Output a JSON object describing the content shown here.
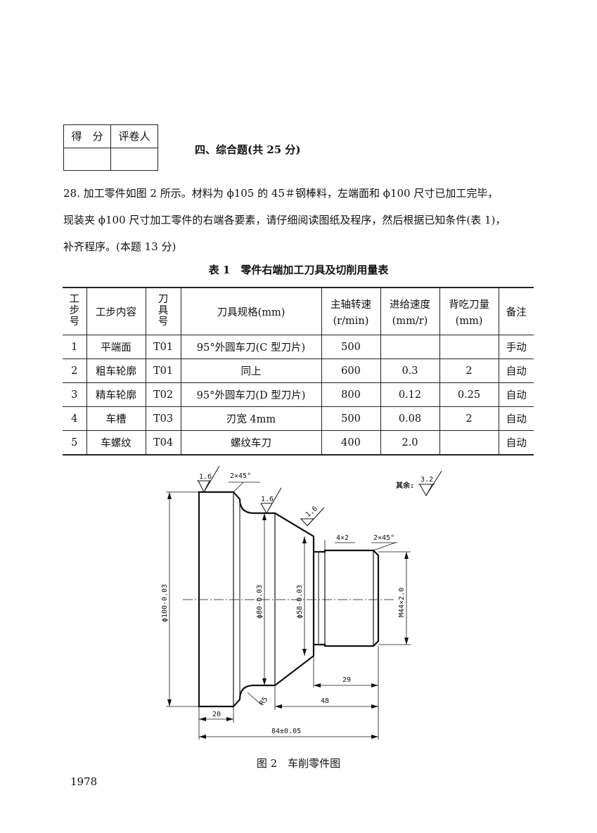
{
  "score_box": {
    "defen": "得　分",
    "pingjuanren": "评卷人"
  },
  "section": {
    "title": "四、综合题(共 25 分)"
  },
  "question": {
    "line1": "28. 加工零件如图 2 所示。材料为 ϕ105 的 45＃钢棒料，左端面和 ϕ100 尺寸已加工完毕，",
    "line2": "现装夹 ϕ100 尺寸加工零件的右端各要素，请仔细阅读图纸及程序，然后根据已知条件(表 1)，",
    "line3": "补齐程序。(本题 13 分)"
  },
  "table": {
    "title": "表 1　零件右端加工刀具及切削用量表",
    "headers": {
      "step_no": [
        "工",
        "步",
        "号"
      ],
      "content": "工步内容",
      "tool_no": [
        "刀",
        "具",
        "号"
      ],
      "spec": "刀具规格(mm)",
      "speed": [
        "主轴转速",
        "(r/min)"
      ],
      "feed": [
        "进给速度",
        "(mm/r)"
      ],
      "depth": [
        "背吃刀量",
        "(mm)"
      ],
      "remark": "备注"
    },
    "rows": [
      {
        "no": "1",
        "content": "平端面",
        "tool": "T01",
        "spec": "95°外圆车刀(C 型刀片)",
        "speed": "500",
        "feed": "",
        "depth": "",
        "remark": "手动"
      },
      {
        "no": "2",
        "content": "粗车轮廓",
        "tool": "T01",
        "spec": "同上",
        "speed": "600",
        "feed": "0.3",
        "depth": "2",
        "remark": "自动"
      },
      {
        "no": "3",
        "content": "精车轮廓",
        "tool": "T02",
        "spec": "95°外圆车刀(D 型刀片)",
        "speed": "800",
        "feed": "0.12",
        "depth": "0.25",
        "remark": "自动"
      },
      {
        "no": "4",
        "content": "车槽",
        "tool": "T03",
        "spec": "刃宽 4mm",
        "speed": "500",
        "feed": "0.08",
        "depth": "2",
        "remark": "自动"
      },
      {
        "no": "5",
        "content": "车螺纹",
        "tool": "T04",
        "spec": "螺纹车刀",
        "speed": "400",
        "feed": "2.0",
        "depth": "",
        "remark": "自动"
      }
    ]
  },
  "drawing": {
    "rough1": "1.6",
    "rough2": "1.6",
    "rough3": "1.6",
    "rough_rest": "3.2",
    "rest_label": "其余:",
    "chamfer_left": "2×45°",
    "chamfer_right": "2×45°",
    "groove": "4×2",
    "dia100": "ϕ100-0.03",
    "dia80": "ϕ80-0.03",
    "dia58": "ϕ58-0.03",
    "thread": "M44×2.0",
    "len29": "29",
    "len48": "48",
    "len20": "20",
    "len84": "84±0.05",
    "radius": "R5"
  },
  "figure": {
    "caption": "图 2　车削零件图"
  },
  "page": {
    "number": "1978"
  }
}
